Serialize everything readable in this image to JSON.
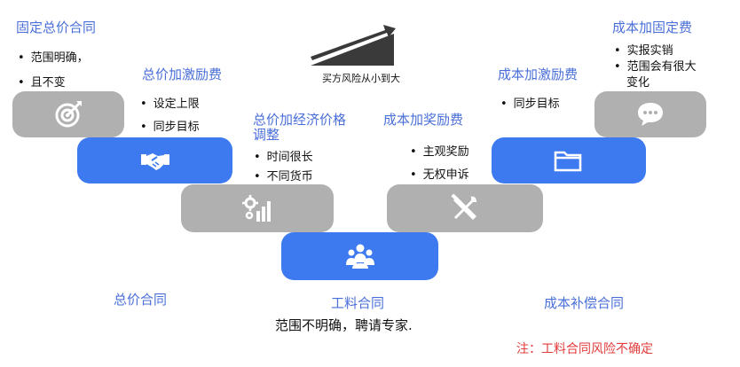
{
  "risk_arrow": {
    "label": "买方风险从小到大"
  },
  "steps": [
    {
      "title": "固定总价合同",
      "bullets": [
        "范围明确，",
        "且不变"
      ],
      "icon": "target-icon"
    },
    {
      "title": "总价加激励费",
      "bullets": [
        "设定上限",
        "同步目标"
      ],
      "icon": "handshake-icon"
    },
    {
      "title_lines": [
        "总价加经济价格",
        "调整"
      ],
      "bullets": [
        "时间很长",
        "不同货币"
      ],
      "icon": "gear-chart-icon"
    },
    {
      "title": "工料合同",
      "icon": "team-icon"
    },
    {
      "title": "成本加奖励费",
      "bullets": [
        "主观奖励",
        "无权申诉"
      ],
      "icon": "tools-icon"
    },
    {
      "title": "成本加激励费",
      "bullets": [
        "同步目标"
      ],
      "icon": "folder-icon"
    },
    {
      "title": "成本加固定费",
      "bullets": [
        "实报实销",
        "范围会有很大"
      ],
      "bullet_continuation": "变化",
      "icon": "chat-icon"
    }
  ],
  "group_labels": {
    "left": "总价合同",
    "right": "成本补偿合同"
  },
  "footer": {
    "note": "范围不明确，聘请专家.",
    "caption": "注：工料合同风险不确定"
  },
  "colors": {
    "blue": "#3d7af0",
    "gray": "#b0b0b0",
    "title": "#4a6fd8",
    "caption": "#e23b3b"
  }
}
